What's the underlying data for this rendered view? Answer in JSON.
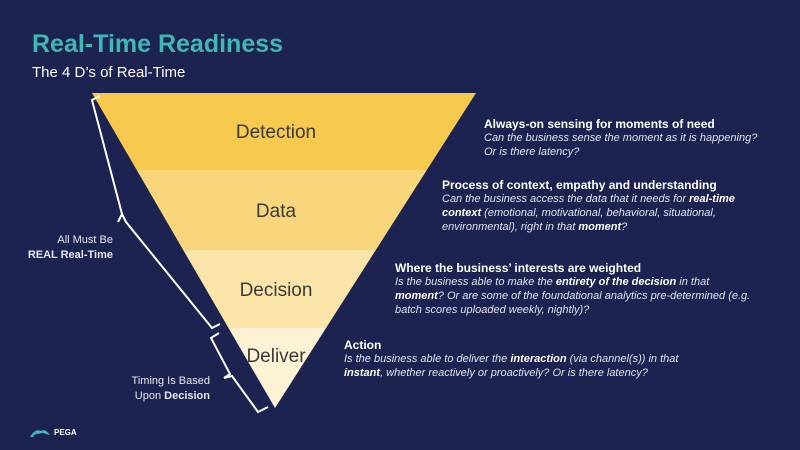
{
  "title": "Real-Time Readiness",
  "subtitle": "The 4 D’s of Real-Time",
  "levels": [
    {
      "label": "Detection",
      "color": "#f7c94f"
    },
    {
      "label": "Data",
      "color": "#f9d67c"
    },
    {
      "label": "Decision",
      "color": "#fbe4a8"
    },
    {
      "label": "Deliver",
      "color": "#fdf2d4"
    }
  ],
  "brackets": {
    "real_time": {
      "line1": "All Must Be",
      "line2": "REAL Real-Time"
    },
    "timing": {
      "line1": "Timing Is Based",
      "line2_prefix": "Upon ",
      "line2_bold": "Decision"
    }
  },
  "descriptions": [
    {
      "heading": "Always-on sensing for moments of need",
      "body": [
        {
          "t": "Can the business sense the moment as it is happening? Or is there latency?"
        }
      ]
    },
    {
      "heading": "Process of context, empathy and understanding",
      "body": [
        {
          "t": "Can the business access the data that it needs for "
        },
        {
          "t": "real-time context",
          "b": true
        },
        {
          "t": " (emotional, motivational, behavioral, situational, environmental), right in that "
        },
        {
          "t": "moment",
          "b": true
        },
        {
          "t": "?"
        }
      ]
    },
    {
      "heading": "Where the business’ interests are weighted",
      "body": [
        {
          "t": "Is the business able to make the "
        },
        {
          "t": "entirety of the decision",
          "b": true
        },
        {
          "t": " in that "
        },
        {
          "t": "moment",
          "b": true
        },
        {
          "t": "? Or are some of the foundational analytics pre-determined (e.g. batch scores uploaded weekly, nightly)?"
        }
      ]
    },
    {
      "heading": "Action",
      "body": [
        {
          "t": "Is the business able to deliver the "
        },
        {
          "t": "interaction",
          "b": true
        },
        {
          "t": " (via channel(s)) in that "
        },
        {
          "t": "instant",
          "b": true
        },
        {
          "t": ", whether reactively or proactively? Or is there latency?"
        }
      ]
    }
  ],
  "logo": {
    "text": "PEGA"
  }
}
